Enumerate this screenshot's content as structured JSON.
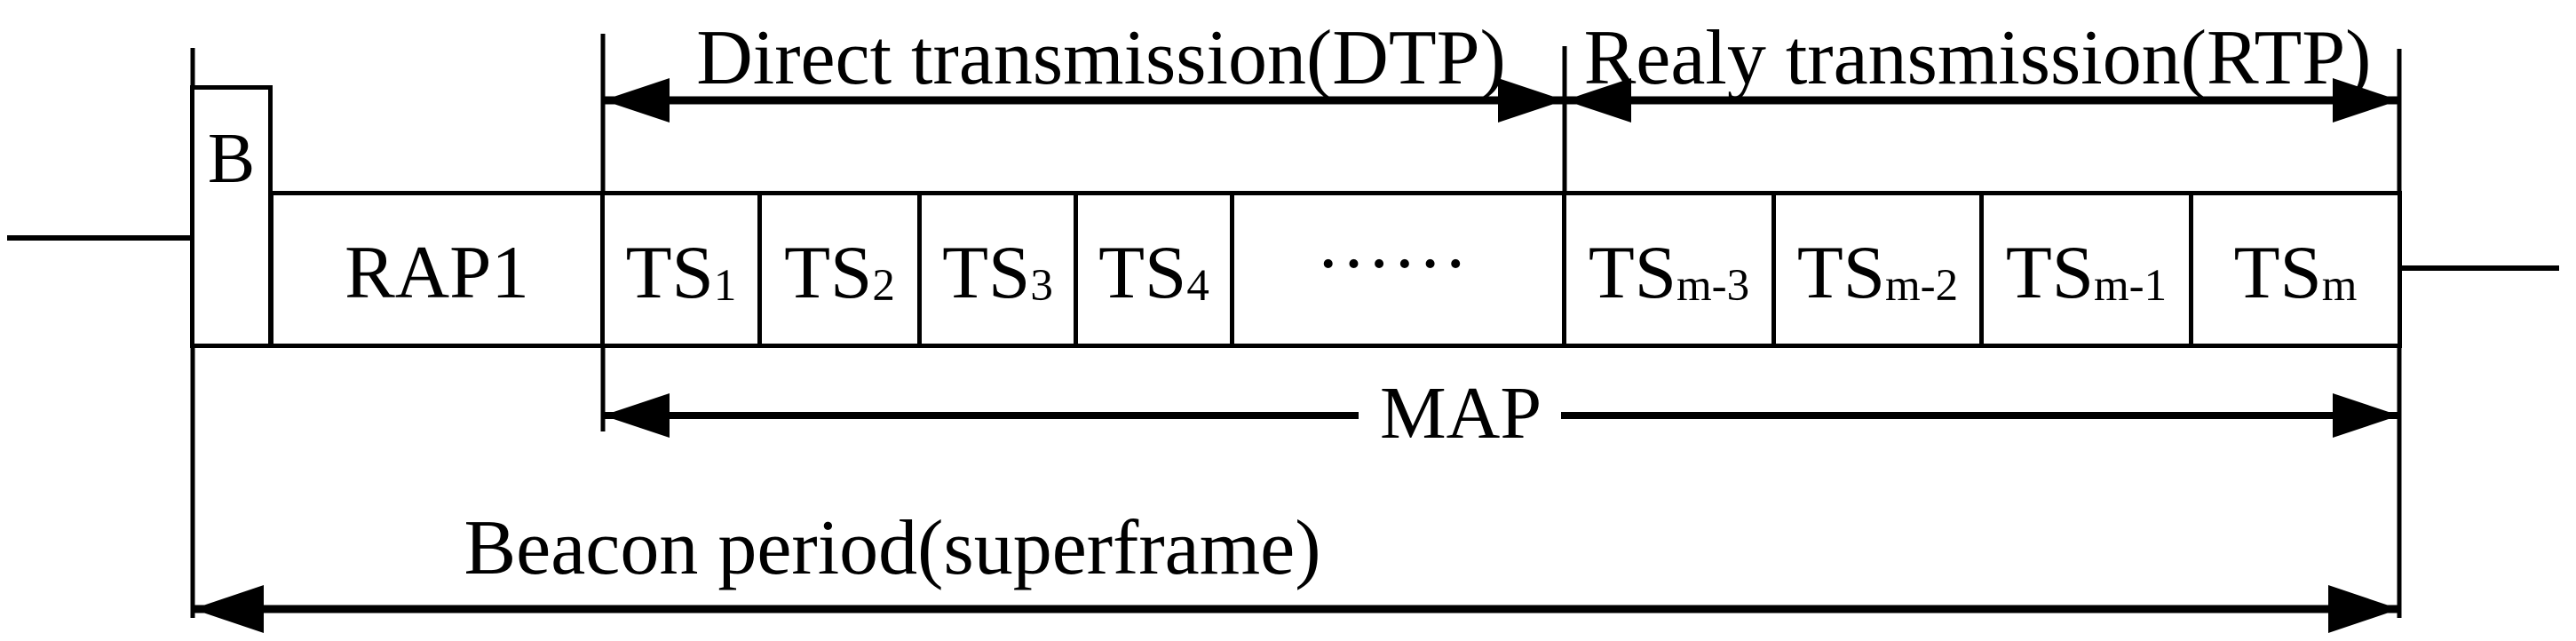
{
  "diagram": {
    "type": "superframe-structure",
    "beacon_box_label": "B",
    "rap_label": "RAP1",
    "slots": [
      {
        "base": "TS",
        "sub": "1"
      },
      {
        "base": "TS",
        "sub": "2"
      },
      {
        "base": "TS",
        "sub": "3"
      },
      {
        "base": "TS",
        "sub": "4"
      },
      {
        "base": "TS",
        "sub": "m-3"
      },
      {
        "base": "TS",
        "sub": "m-2"
      },
      {
        "base": "TS",
        "sub": "m-1"
      },
      {
        "base": "TS",
        "sub": "m"
      }
    ],
    "ellipsis": "••••••",
    "annotations": {
      "dtp_label": "Direct transmission(DTP)",
      "rtp_label": "Realy transmission(RTP)",
      "map_label": "MAP",
      "beacon_period_label": "Beacon period(superframe)"
    },
    "colors": {
      "line": "#000000",
      "background": "#ffffff"
    }
  }
}
